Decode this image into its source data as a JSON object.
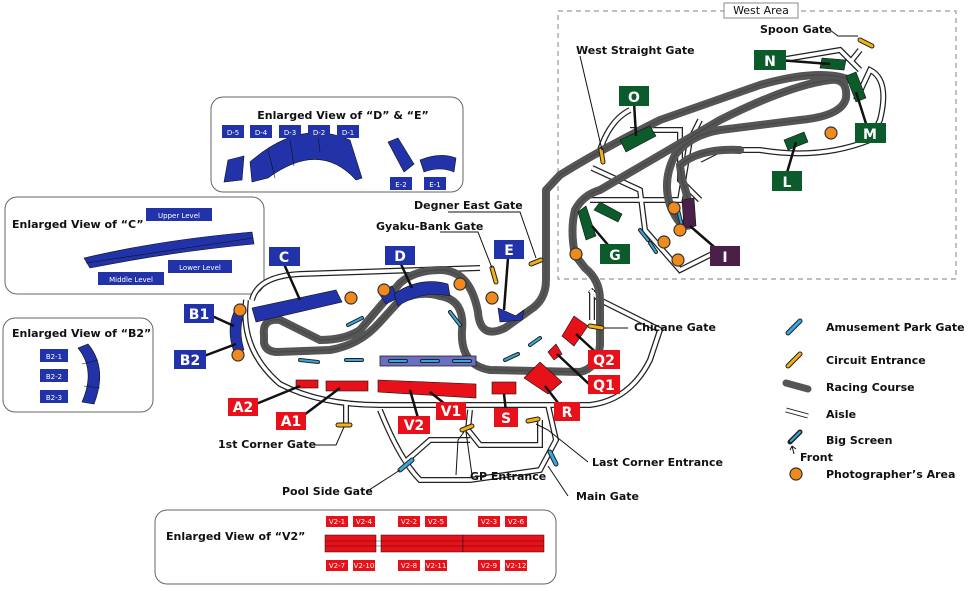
{
  "west_area": "West Area",
  "gates": {
    "spoon": "Spoon Gate",
    "west_straight": "West Straight Gate",
    "degner_east": "Degner East Gate",
    "gyaku_bank": "Gyaku-Bank Gate",
    "chicane": "Chicane Gate",
    "first_corner": "1st Corner Gate",
    "pool_side": "Pool Side Gate",
    "gp_entrance": "GP Entrance",
    "main_gate": "Main Gate",
    "last_corner": "Last Corner Entrance"
  },
  "stands": {
    "A1": "A1",
    "A2": "A2",
    "B1": "B1",
    "B2": "B2",
    "C": "C",
    "D": "D",
    "E": "E",
    "G": "G",
    "I": "I",
    "L": "L",
    "M": "M",
    "N": "N",
    "O": "O",
    "Q1": "Q1",
    "Q2": "Q2",
    "R": "R",
    "S": "S",
    "V1": "V1",
    "V2": "V2"
  },
  "enlarged_de": {
    "title": "Enlarged View of “D” & “E”",
    "labels": [
      "D-5",
      "D-4",
      "D-3",
      "D-2",
      "D-1",
      "E-2",
      "E-1"
    ]
  },
  "enlarged_c": {
    "title": "Enlarged View of “C”",
    "upper": "Upper Level",
    "middle": "Middle Level",
    "lower": "Lower Level"
  },
  "enlarged_b2": {
    "title": "Enlarged View of “B2”",
    "labels": [
      "B2-1",
      "B2-2",
      "B2-3"
    ]
  },
  "enlarged_v2": {
    "title": "Enlarged View of “V2”",
    "top": [
      "V2-1",
      "V2-4",
      "V2-2",
      "V2-5",
      "V2-3",
      "V2-6"
    ],
    "bottom": [
      "V2-7",
      "V2-10",
      "V2-8",
      "V2-11",
      "V2-9",
      "V2-12"
    ]
  },
  "legend": {
    "amusement_gate": "Amusement Park Gate",
    "circuit_entrance": "Circuit Entrance",
    "racing_course": "Racing Course",
    "aisle": "Aisle",
    "big_screen": "Big Screen",
    "front": "Front",
    "photographer": "Photographer’s Area"
  },
  "colors": {
    "blue_stand": "#2233aa",
    "red_stand": "#e8111a",
    "green_stand": "#0c5b2a",
    "purple_stand": "#4a1f48",
    "course": "#555555",
    "photo": "#f08a1c",
    "gate_blue": "#35a8e0",
    "gate_yellow": "#f2b216"
  }
}
